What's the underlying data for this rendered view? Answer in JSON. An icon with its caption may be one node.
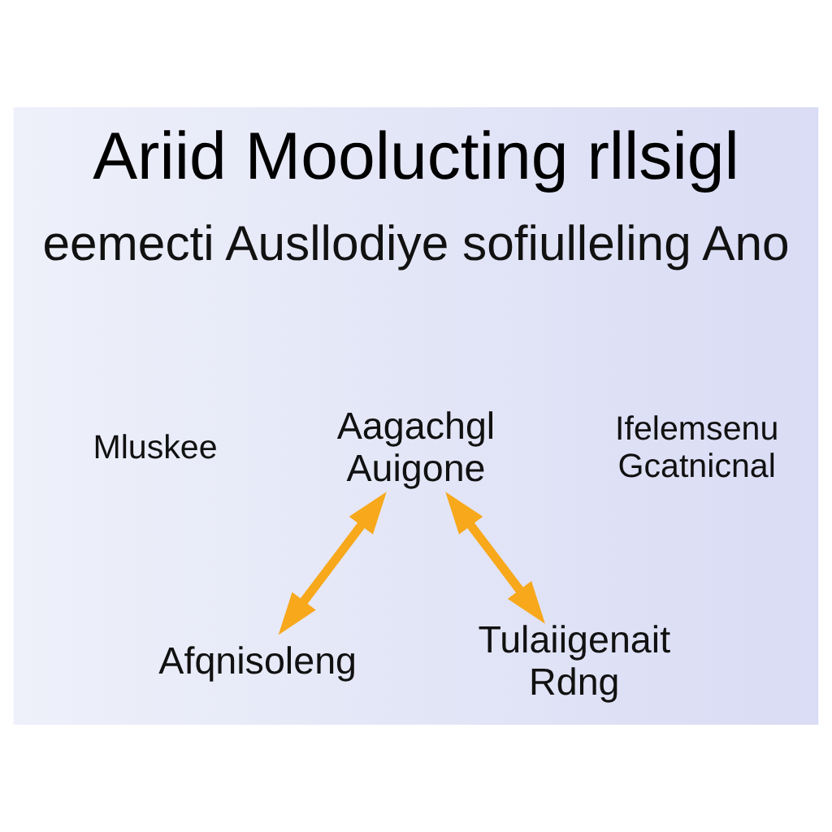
{
  "diagram": {
    "title": "Ariid Moolucting rllsigl",
    "nodes": [
      {
        "text": [
          "Aagachgl Auigone"
        ]
      },
      {
        "text": [
          "Afqnisoleng"
        ]
      },
      {
        "text": [
          "Tulaiigenait Rdng"
        ]
      }
    ],
    "edges": [
      {
        "from": 0,
        "to": 1,
        "arrow": "both"
      },
      {
        "from": 0,
        "to": 2,
        "arrow": "both"
      }
    ],
    "labels": [
      "eemecti Ausllodiye sofiulleling Ano",
      "Mluskee",
      "Ifelemsenu Gcatnicnal"
    ]
  }
}
